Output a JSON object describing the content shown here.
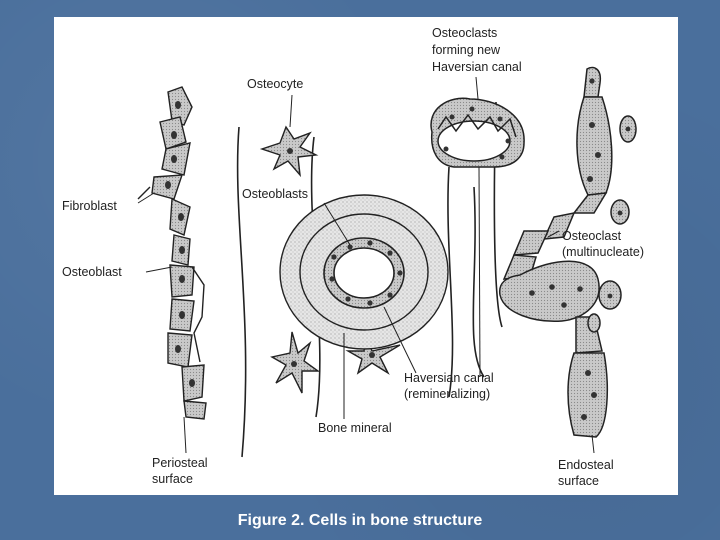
{
  "caption": "Figure 2. Cells in bone structure",
  "labels": {
    "fibroblast": "Fibroblast",
    "osteoblast_left": "Osteoblast",
    "periosteal_line1": "Periosteal",
    "periosteal_line2": "surface",
    "osteocyte": "Osteocyte",
    "osteoblasts": "Osteoblasts",
    "bone_mineral": "Bone mineral",
    "osteoclasts_forming_line1": "Osteoclasts",
    "osteoclasts_forming_line2": "forming new",
    "osteoclasts_forming_line3": "Haversian canal",
    "haversian_remin_line1": "Haversian canal",
    "haversian_remin_line2": "(remineralizing)",
    "osteoclast_multi_line1": "Osteoclast",
    "osteoclast_multi_line2": "(multinucleate)",
    "endosteal_line1": "Endosteal",
    "endosteal_line2": "surface"
  },
  "colors": {
    "background": "#4a6f9c",
    "panel": "#ffffff",
    "ink": "#222222",
    "cell_fill": "#cfcfcf",
    "caption_text": "#ffffff"
  }
}
